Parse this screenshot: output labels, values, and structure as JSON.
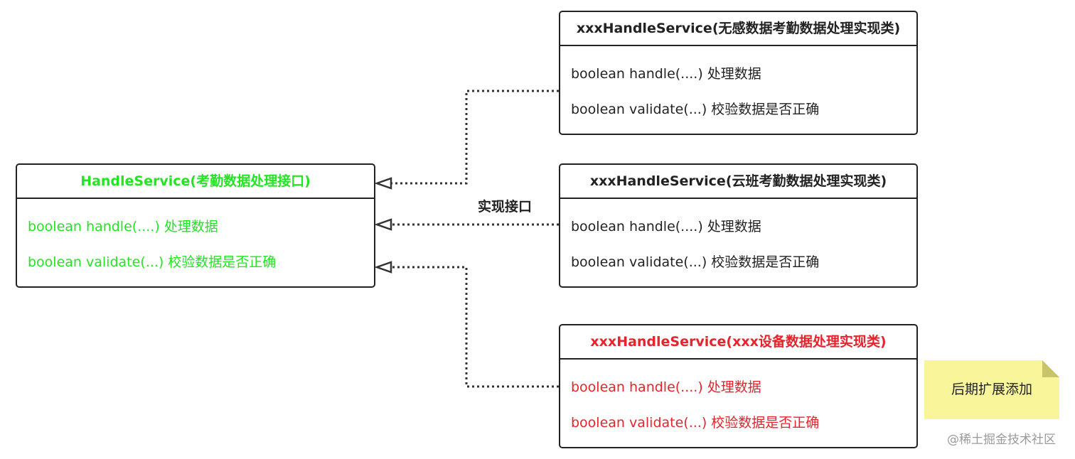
{
  "interface": {
    "title": "HandleService(考勤数据处理接口)",
    "methods": [
      "boolean handle(....) 处理数据",
      "boolean validate(...) 校验数据是否正确"
    ],
    "color": "#22e622"
  },
  "implementations": [
    {
      "title": "xxxHandleService(无感数据考勤数据处理实现类)",
      "methods": [
        "boolean handle(....) 处理数据",
        "boolean validate(...) 校验数据是否正确"
      ],
      "color": "#222222"
    },
    {
      "title": "xxxHandleService(云班考勤数据处理实现类)",
      "methods": [
        "boolean handle(....) 处理数据",
        "boolean validate(...) 校验数据是否正确"
      ],
      "color": "#222222"
    },
    {
      "title": "xxxHandleService(xxx设备数据处理实现类)",
      "methods": [
        "boolean handle(....) 处理数据",
        "boolean validate(...) 校验数据是否正确"
      ],
      "color": "#e8232b"
    }
  ],
  "connector_label": "实现接口",
  "note": {
    "text": "后期扩展添加",
    "color": "#f8f59b"
  },
  "watermark": "@稀土掘金技术社区"
}
